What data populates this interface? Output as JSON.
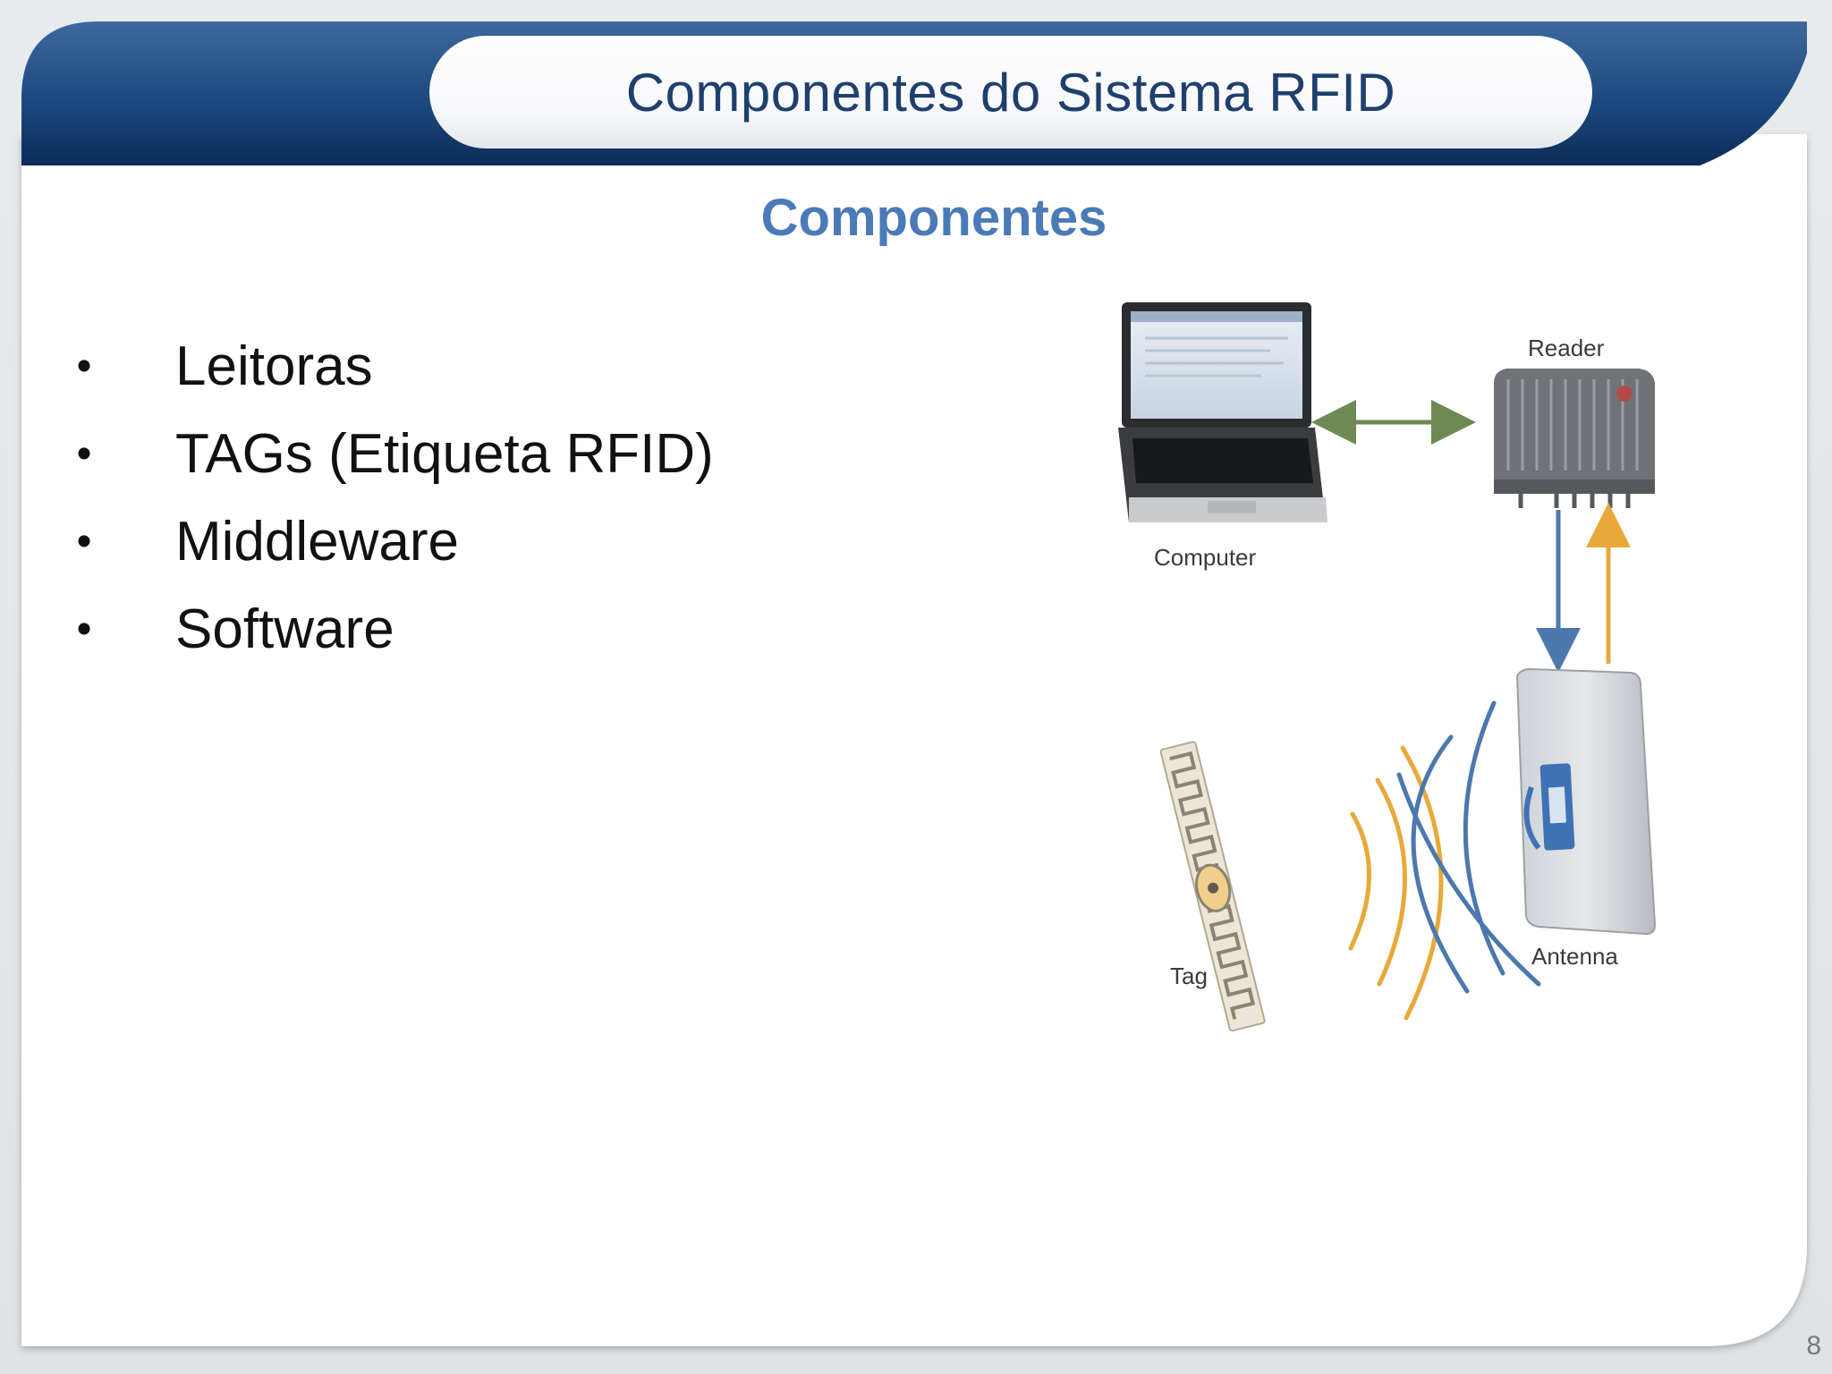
{
  "slide": {
    "title": "Componentes do Sistema RFID",
    "subtitle": "Componentes",
    "page_number": "8"
  },
  "bullets": [
    {
      "text": "Leitoras"
    },
    {
      "text": "TAGs (Etiqueta RFID)"
    },
    {
      "text": "Middleware"
    },
    {
      "text": "Software"
    }
  ],
  "diagram": {
    "labels": {
      "computer": "Computer",
      "reader": "Reader",
      "antenna": "Antenna",
      "tag": "Tag"
    }
  },
  "colors": {
    "header_dark": "#0f3263",
    "header_light": "#3c6a9e",
    "title_text": "#1f3f6e",
    "subtitle_text": "#4a7ab8",
    "wave_orange": "#e8a93a",
    "wave_blue": "#4b78ad",
    "arrow_green": "#6d8a55"
  }
}
